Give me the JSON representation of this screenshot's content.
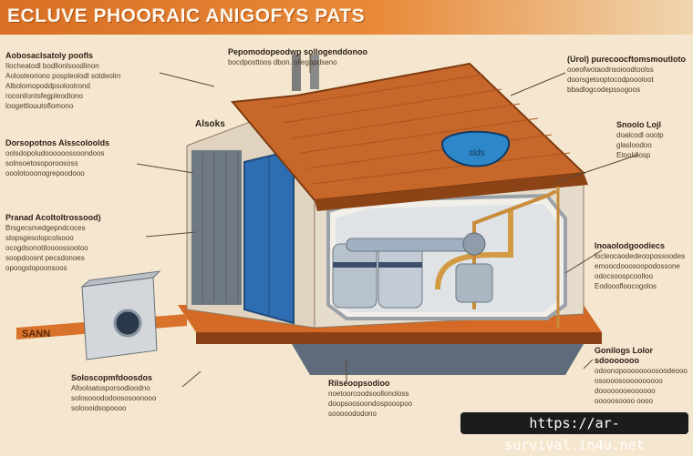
{
  "title": "ECLUVE PHOORAIC ANIGOFYS PATS",
  "roof_badge": "slds",
  "eave_tag": "Alsoks",
  "side_tag": "SANN",
  "url": "https://ar-survival.in4u.net",
  "colors": {
    "title_bar": "#d96f24",
    "background": "#f5e7cf",
    "roof": "#c8672a",
    "door": "#2f6db3",
    "wall": "#e6dccb",
    "url_bg": "#1c1c1c"
  },
  "callouts": {
    "top_left": {
      "head": "Aobosaclsatoly poofls",
      "body": "Ilocheatodl bodllonlsoodlinon\nAolosteoriono pospleolodl sotdeolm\nAlbolomopoddpsolootrond\nroconilontsfegpleodtono\nloogettlouutoflomono"
    },
    "top_center": {
      "head": "Pepomodopeodwp sollogenddonoo",
      "body": "bocdposttoos dbon. ollegapdseno"
    },
    "top_right": {
      "head": "(Urol) purecoocftomsmoutloto",
      "body": "ooeofwotaodnsoioodtoolss\ndoorsgetooptocodpoooloot\nbbadlogcodepssogoos"
    },
    "right_small": {
      "head": "Snoolo Lojl",
      "body": "doalcodl ooolp\nglasloodoo\nEtooldlosp"
    },
    "left_mid": {
      "head": "Dorsopotnos Alsscoloolds",
      "body": "oolsdopoludoooooossoondoos\nsolnsoetosoporoososs\nooolotooonogrepoodooo"
    },
    "left_lower": {
      "head": "Pranad Acoltoltrossood)",
      "body": "Brsgecsmedgepndcoces\nstopsgesolopcolsooo\nocogdsonotiloooossootoo\nsoopdoosnt pecsdonoes\nopoogstopoonsoos"
    },
    "right_mid": {
      "head": "Inoaolodgoodiecs",
      "body": "locleocaodedeoopossoodes\nemoocdooosoopodossone\nodocsoospcoolloo\nEodooofloocogolos"
    },
    "right_bottom": {
      "head": "Gonilogs Lolor sdooooooo",
      "body": "odoonopoooooooosoodeooo\nosoooosoooooooooo\ndoooooooeoooooo\nooooosoooo oooo"
    },
    "bottom_left": {
      "head": "Soloscopmfdoosdos",
      "body": "Afooloatosporoodioodno\nsolosooododoososoonooo\nsoloooidsopoooo"
    },
    "bottom_center": {
      "head": "Rilseoopsodioo",
      "body": "noetoorcoodsoollonoloss\ndoopsoosoondospooopoo\nsooooododono"
    }
  }
}
